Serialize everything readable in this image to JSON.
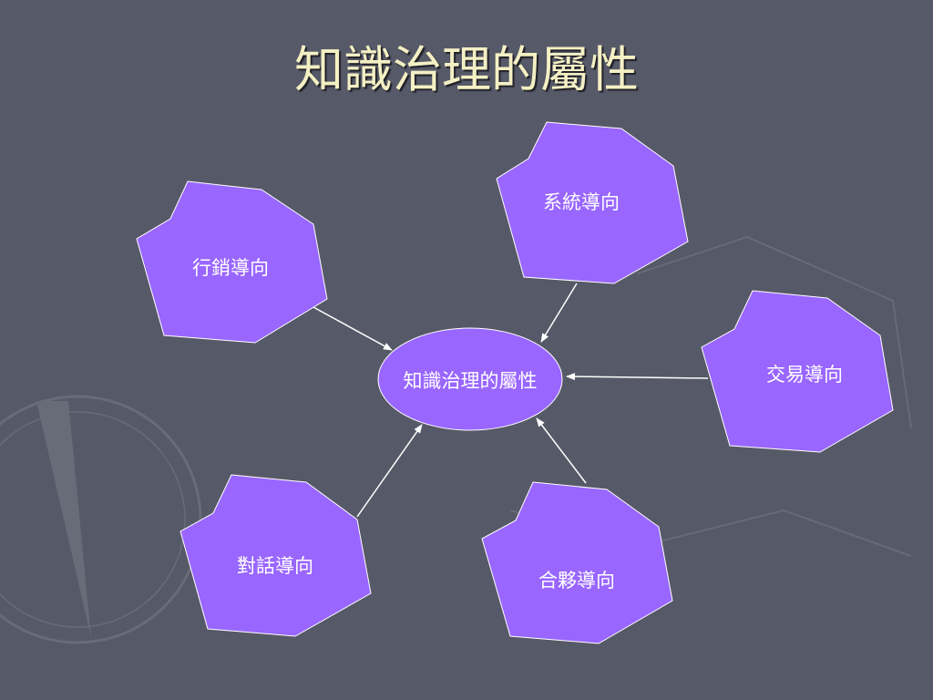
{
  "title": "知識治理的屬性",
  "diagram": {
    "center": {
      "label": "知識治理的屬性"
    },
    "nodes": [
      {
        "label": "行銷導向"
      },
      {
        "label": "系統導向"
      },
      {
        "label": "交易導向"
      },
      {
        "label": "對話導向"
      },
      {
        "label": "合夥導向"
      }
    ]
  },
  "colors": {
    "background": "#565967",
    "shape_fill": "#9966ff",
    "shape_stroke": "#ffffff",
    "title_text": "#f4f0c4",
    "arrow": "#ffffff"
  }
}
